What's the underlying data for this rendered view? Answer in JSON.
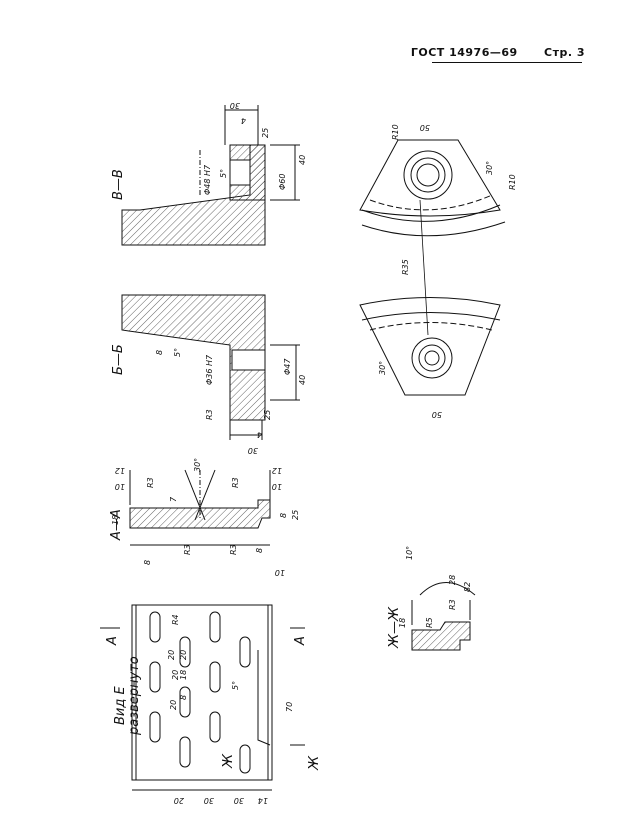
{
  "header": {
    "standard": "ГОСТ 14976—69",
    "page": "Стр. 3"
  },
  "views": {
    "section_vv": "В—В",
    "section_bb": "Б—Б",
    "section_aa": "А—А",
    "section_zhzh": "Ж—Ж",
    "view_e_line1": "Вид Е",
    "view_e_line2": "развернуто",
    "marker_a": "А",
    "marker_zh": "Ж"
  },
  "dims_vv": [
    "30",
    "4",
    "25",
    "Φ48 H7",
    "40",
    "Φ60",
    "5°"
  ],
  "dims_bb": [
    "8",
    "5°",
    "Φ36 H7",
    "Φ47",
    "40",
    "R3",
    "25",
    "4",
    "30"
  ],
  "dims_aa": [
    "12",
    "10",
    "R3",
    "30°",
    "R3",
    "12",
    "10",
    "18",
    "7",
    "8",
    "25",
    "R3",
    "R3",
    "8",
    "8",
    "10"
  ],
  "dims_e": [
    "R4",
    "20",
    "20",
    "18",
    "20",
    "8",
    "20",
    "5°",
    "70",
    "20",
    "30",
    "30",
    "14"
  ],
  "dims_zhzh": [
    "10°",
    "28",
    "R3",
    "82",
    "18",
    "R5"
  ],
  "dims_top_right": [
    "50",
    "R10",
    "30°",
    "R10",
    "R35",
    "30°",
    "50"
  ]
}
